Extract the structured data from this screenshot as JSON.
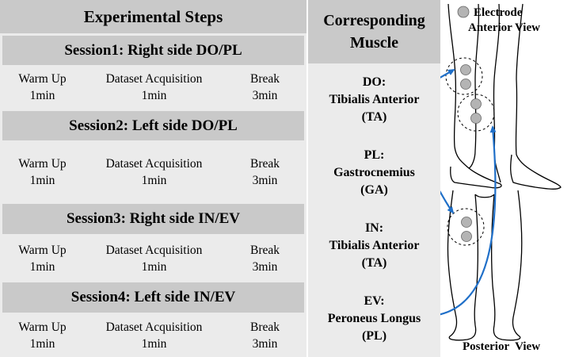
{
  "header": {
    "steps_title": "Experimental Steps",
    "muscle_title": [
      "Corresponding",
      "Muscle"
    ]
  },
  "sessions": [
    {
      "title": "Session1: Right side DO/PL",
      "steps": [
        {
          "name": "Warm Up",
          "time": "1min"
        },
        {
          "name": "Dataset Acquisition",
          "time": "1min"
        },
        {
          "name": "Break",
          "time": "3min"
        }
      ]
    },
    {
      "title": "Session2: Left side DO/PL",
      "steps": [
        {
          "name": "Warm Up",
          "time": "1min"
        },
        {
          "name": "Dataset Acquisition",
          "time": "1min"
        },
        {
          "name": "Break",
          "time": "3min"
        }
      ]
    },
    {
      "title": "Session3: Right side IN/EV",
      "steps": [
        {
          "name": "Warm Up",
          "time": "1min"
        },
        {
          "name": "Dataset Acquisition",
          "time": "1min"
        },
        {
          "name": "Break",
          "time": "3min"
        }
      ]
    },
    {
      "title": "Session4: Left side IN/EV",
      "steps": [
        {
          "name": "Warm Up",
          "time": "1min"
        },
        {
          "name": "Dataset Acquisition",
          "time": "1min"
        },
        {
          "name": "Break",
          "time": "3min"
        }
      ]
    }
  ],
  "muscles": [
    {
      "motion": "DO:",
      "muscle": "Tibialis Anterior",
      "abbr": "(TA)"
    },
    {
      "motion": "PL:",
      "muscle": "Gastrocnemius",
      "abbr": "(GA)"
    },
    {
      "motion": "IN:",
      "muscle": "Tibialis Anterior",
      "abbr": "(TA)"
    },
    {
      "motion": "EV:",
      "muscle": "Peroneus Longus",
      "abbr": "(PL)"
    }
  ],
  "figure": {
    "legend_label": "Electrode",
    "anterior_label": "Anterior View",
    "posterior_label": "Posterior  View",
    "electrode_color": "#b4b4b4",
    "arrow_color": "#1f6fc8"
  }
}
